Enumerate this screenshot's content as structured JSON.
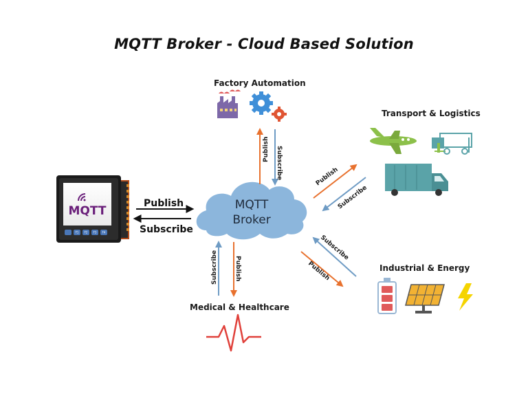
{
  "title": "MQTT Broker - Cloud Based Solution",
  "broker": {
    "line1": "MQTT",
    "line2": "Broker"
  },
  "device": {
    "logo_text": "MQTT",
    "publish_label": "Publish",
    "subscribe_label": "Subscribe",
    "buttons": [
      "F1",
      "F2",
      "F3",
      "F4"
    ]
  },
  "sectors": {
    "factory": {
      "label": "Factory Automation",
      "publish": "Publish",
      "subscribe": "Subscribe"
    },
    "transport": {
      "label": "Transport & Logistics",
      "publish": "Publish",
      "subscribe": "Subscribe"
    },
    "industrial": {
      "label": "Industrial & Energy",
      "publish": "Publish",
      "subscribe": "Subscribe"
    },
    "medical": {
      "label": "Medical & Healthcare",
      "publish": "Publish",
      "subscribe": "Subscribe"
    }
  },
  "colors": {
    "publish_arrow": "#e8712e",
    "subscribe_arrow": "#6e9bc4",
    "cloud": "#8cb6dc",
    "factory": "#7d68a8",
    "gear": "#3f8fd8",
    "gear_small": "#e05533",
    "vehicle": "#5aa3a8",
    "battery": "#e05a5a",
    "solar": "#f2b233",
    "bolt": "#f5d400",
    "heartbeat": "#e0403a"
  }
}
